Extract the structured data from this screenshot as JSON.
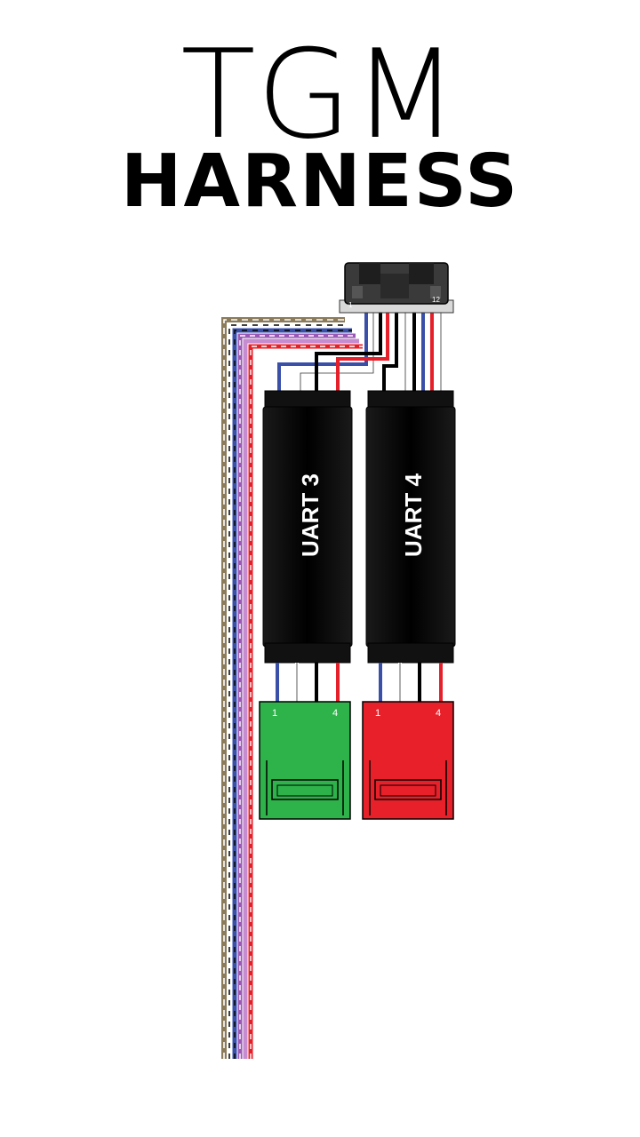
{
  "title": {
    "line1": "TGM",
    "line2": "HARNESS"
  },
  "main_connector": {
    "pin_first": "1",
    "pin_last": "12"
  },
  "modules": [
    {
      "label": "UART 3",
      "connector_color": "#2db34a",
      "pin_first": "1",
      "pin_last": "4"
    },
    {
      "label": "UART 4",
      "connector_color": "#e8202a",
      "pin_first": "1",
      "pin_last": "4"
    }
  ],
  "colors": {
    "module_body": "#000000",
    "wire_red": "#e5202a",
    "wire_blue": "#3a4fa8",
    "wire_black": "#000000",
    "wire_white": "#ffffff",
    "wire_purple": "#9b59b6",
    "wire_tan": "#8c7b5a",
    "connector_outline": "#000000"
  }
}
